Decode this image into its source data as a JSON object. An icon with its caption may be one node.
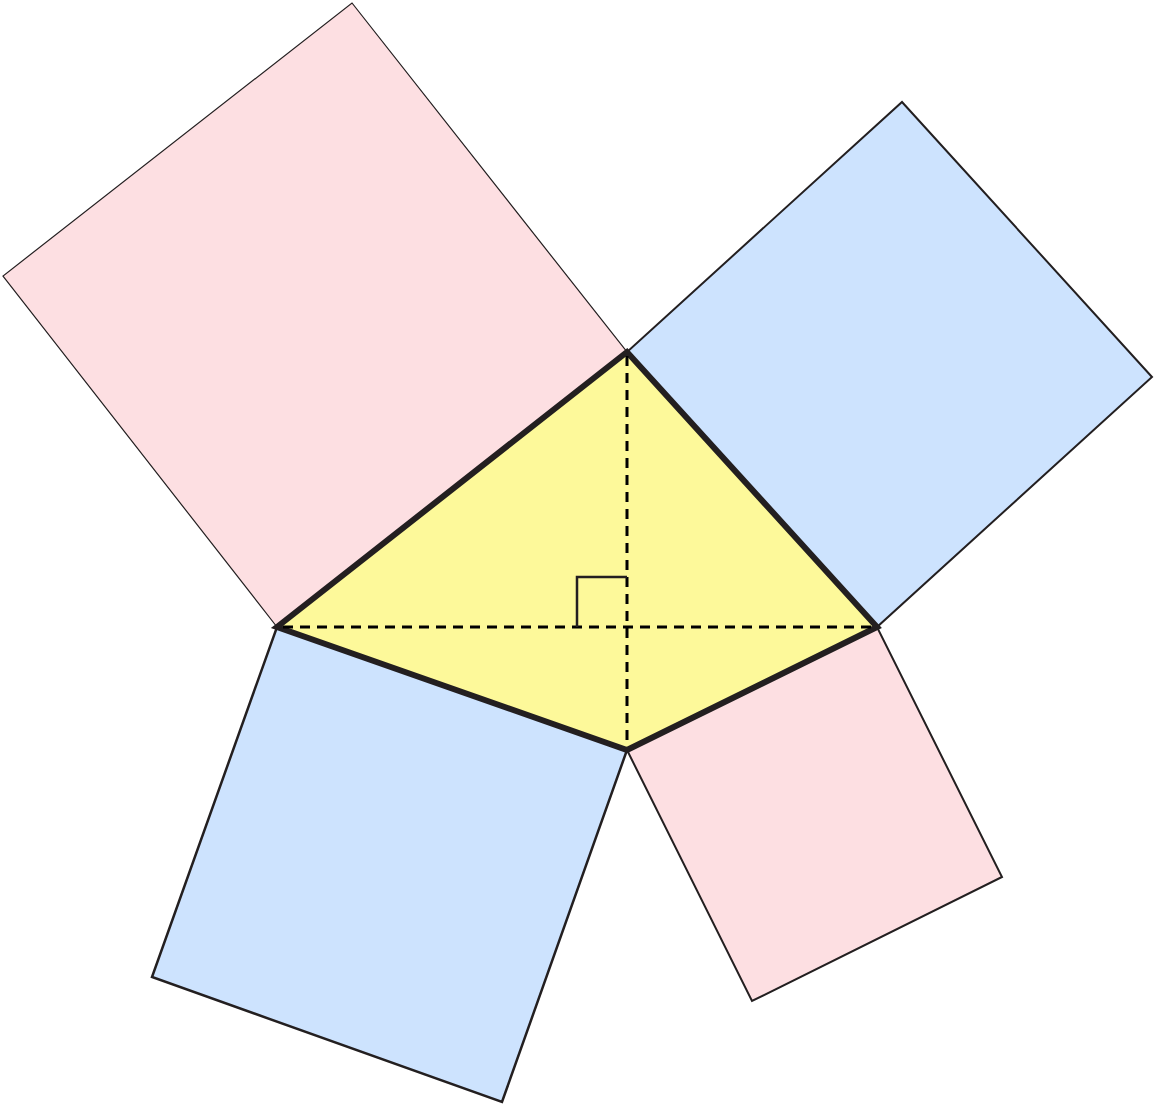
{
  "diagram": {
    "nodes": [
      {
        "text": [],
        "shape": "diamond"
      },
      {
        "text": [],
        "shape": "diamond"
      },
      {
        "text": [],
        "shape": "kite"
      },
      {
        "text": [],
        "shape": "box"
      },
      {
        "text": [],
        "shape": "box"
      }
    ]
  }
}
